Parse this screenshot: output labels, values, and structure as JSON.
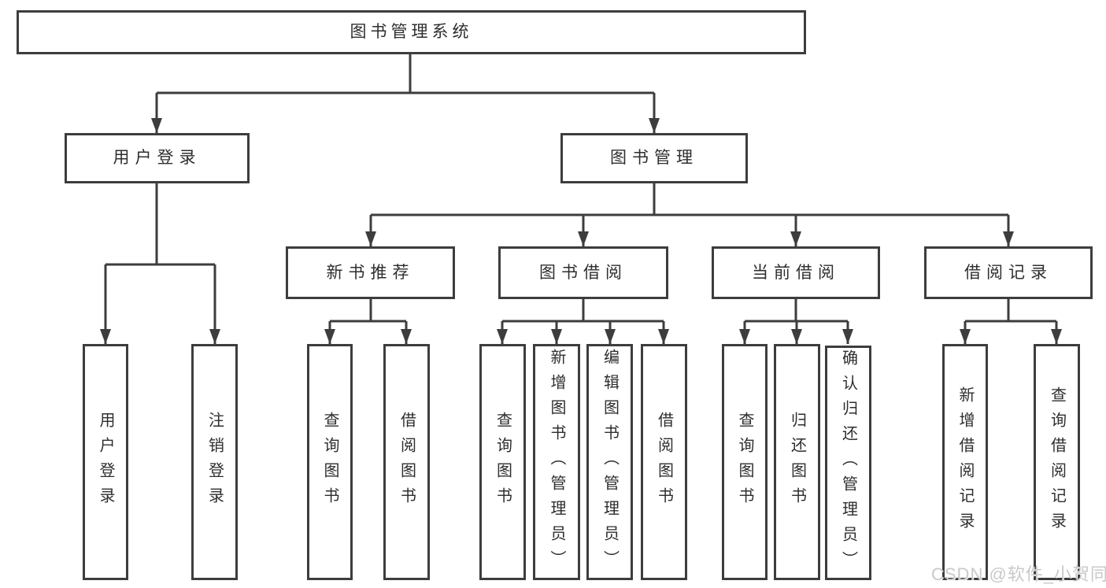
{
  "title": "图书管理系统",
  "tree": {
    "label": "图书管理系统",
    "children": [
      {
        "label": "用户登录",
        "children": [
          {
            "label": "用户登录"
          },
          {
            "label": "注销登录"
          }
        ]
      },
      {
        "label": "图书管理",
        "children": [
          {
            "label": "新书推荐",
            "children": [
              {
                "label": "查询图书"
              },
              {
                "label": "借阅图书"
              }
            ]
          },
          {
            "label": "图书借阅",
            "children": [
              {
                "label": "查询图书"
              },
              {
                "label": "新增图书（管理员）"
              },
              {
                "label": "编辑图书（管理员）"
              },
              {
                "label": "借阅图书"
              }
            ]
          },
          {
            "label": "当前借阅",
            "children": [
              {
                "label": "查询图书"
              },
              {
                "label": "归还图书"
              },
              {
                "label": "确认归还（管理员）"
              }
            ]
          },
          {
            "label": "借阅记录",
            "children": [
              {
                "label": "新增借阅记录"
              },
              {
                "label": "查询借阅记录"
              }
            ]
          }
        ]
      }
    ]
  },
  "watermark": "CSDN @软件_小贺同学",
  "colors": {
    "line": "#3d3d3d",
    "box_border": "#3d3d3d",
    "box_fill": "#ffffff",
    "text": "#2e2e2e",
    "watermark": "#c9c9c9",
    "background": "#ffffff"
  }
}
